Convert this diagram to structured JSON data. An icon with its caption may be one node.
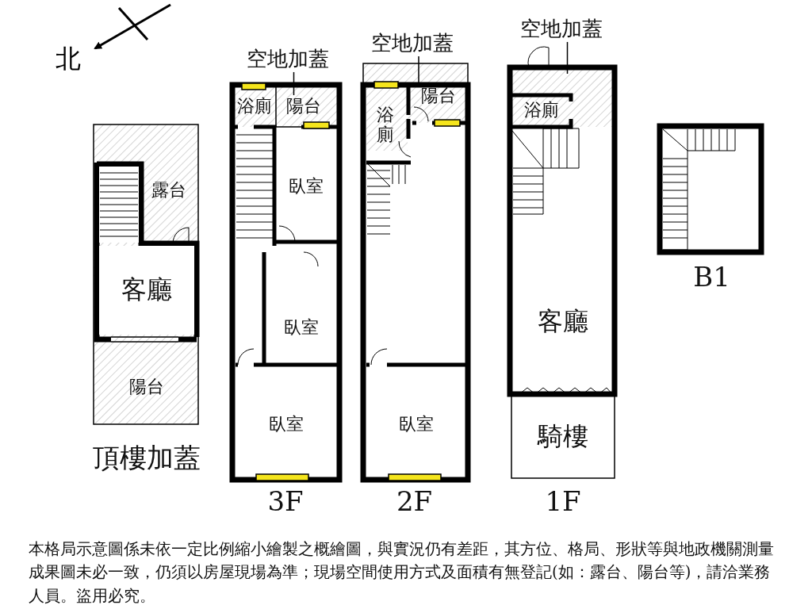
{
  "diagram": {
    "nodes": [
      {
        "text": [
          "頂樓加蓋"
        ]
      },
      {
        "text": [
          "露台"
        ],
        "in": 0
      },
      {
        "text": [
          "客廳"
        ],
        "in": 0
      },
      {
        "text": [
          "陽台"
        ],
        "in": 0
      },
      {
        "text": [
          "3F"
        ]
      },
      {
        "text": [
          "空地加蓋"
        ],
        "in": 4
      },
      {
        "text": [
          "浴廁"
        ],
        "in": 4
      },
      {
        "text": [
          "陽台"
        ],
        "in": 4
      },
      {
        "text": [
          "臥室"
        ],
        "in": 4
      },
      {
        "text": [
          "臥室"
        ],
        "in": 4
      },
      {
        "text": [
          "臥室"
        ],
        "in": 4
      },
      {
        "text": [
          "2F"
        ]
      },
      {
        "text": [
          "空地加蓋"
        ],
        "in": 11
      },
      {
        "text": [
          "浴廁"
        ],
        "in": 11
      },
      {
        "text": [
          "陽台"
        ],
        "in": 11
      },
      {
        "text": [
          "臥室"
        ],
        "in": 11
      },
      {
        "text": [
          "1F"
        ]
      },
      {
        "text": [
          "空地加蓋"
        ],
        "in": 16
      },
      {
        "text": [
          "浴廁"
        ],
        "in": 16
      },
      {
        "text": [
          "客廳"
        ],
        "in": 16
      },
      {
        "text": [
          "騎樓"
        ],
        "in": 16
      },
      {
        "text": [
          "B1"
        ]
      }
    ],
    "edges": [
      {
        "from": 5,
        "to": 7,
        "arrow": "none"
      },
      {
        "from": 12,
        "to": 14,
        "arrow": "none"
      },
      {
        "from": 17,
        "to": null,
        "arrow": "none"
      }
    ],
    "labels": [
      "北",
      "本格局示意圖係未依一定比例縮小繪製之概繪圖，與實況仍有差距，其方位、格局、形狀等與地政機關測量成果圖未必一致，仍須以房屋現場為準；現場空間使用方式及面積有無登記(如：露台、陽台等)，請洽業務人員。盜用必究。"
    ]
  }
}
